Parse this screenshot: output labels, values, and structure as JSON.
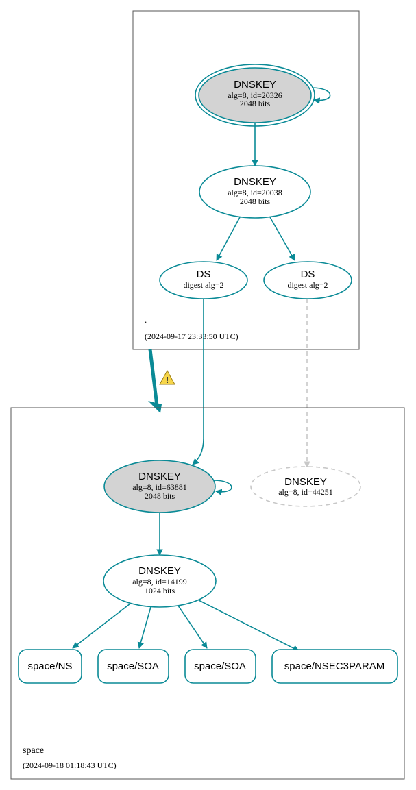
{
  "colors": {
    "edge": "#0a8a96",
    "edge_dashed": "#c8c8c8",
    "node_fill_grey": "#d3d3d3",
    "box_border": "#555555",
    "warning_fill": "#f6d54a"
  },
  "root_zone": {
    "name": ".",
    "timestamp": "(2024-09-17 23:33:50 UTC)",
    "ksk": {
      "title": "DNSKEY",
      "line1": "alg=8, id=20326",
      "line2": "2048 bits"
    },
    "zsk": {
      "title": "DNSKEY",
      "line1": "alg=8, id=20038",
      "line2": "2048 bits"
    },
    "ds1": {
      "title": "DS",
      "line1": "digest alg=2"
    },
    "ds2": {
      "title": "DS",
      "line1": "digest alg=2"
    }
  },
  "space_zone": {
    "name": "space",
    "timestamp": "(2024-09-18 01:18:43 UTC)",
    "ksk": {
      "title": "DNSKEY",
      "line1": "alg=8, id=63881",
      "line2": "2048 bits"
    },
    "missing_key": {
      "title": "DNSKEY",
      "line1": "alg=8, id=44251"
    },
    "zsk": {
      "title": "DNSKEY",
      "line1": "alg=8, id=14199",
      "line2": "1024 bits"
    },
    "rrsets": [
      "space/NS",
      "space/SOA",
      "space/SOA",
      "space/NSEC3PARAM"
    ]
  },
  "delegation_warning_icon": "warning-icon"
}
